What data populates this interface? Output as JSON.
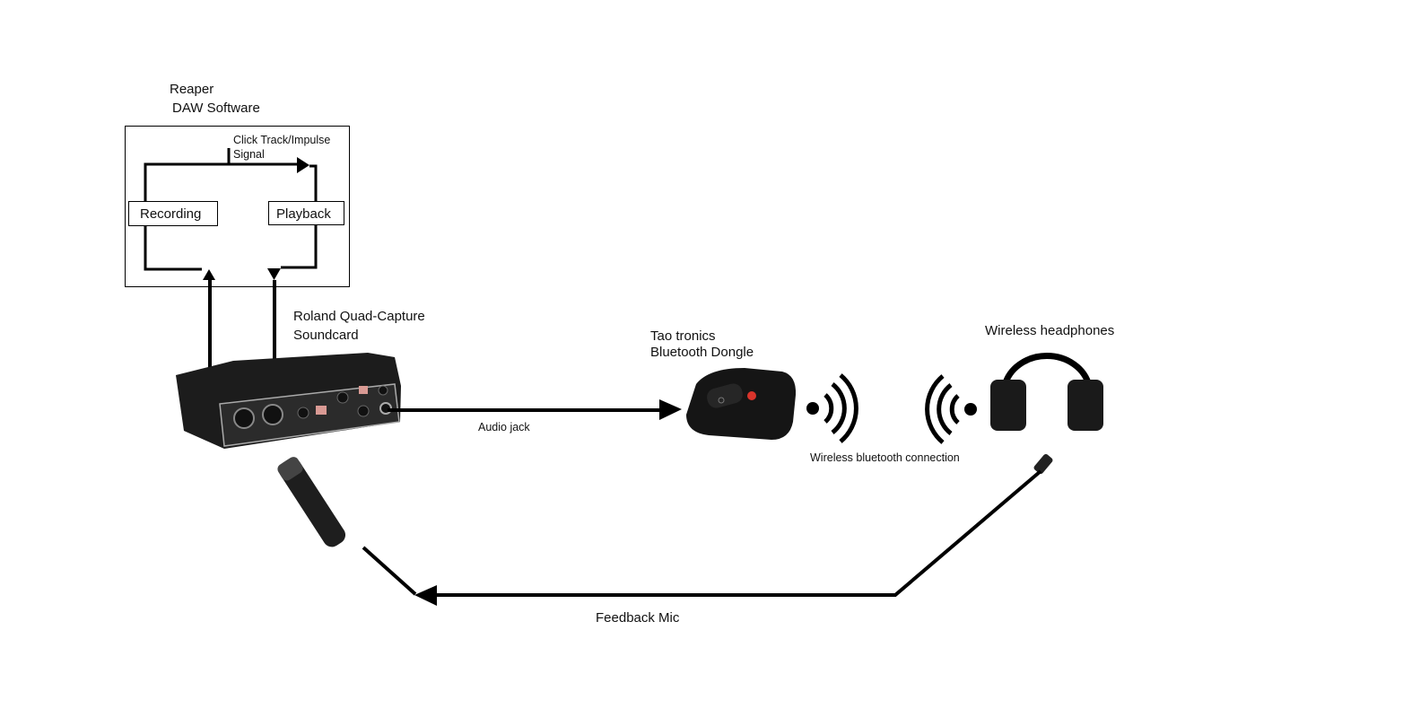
{
  "daw": {
    "title_line1": "Reaper",
    "title_line2": "DAW Software",
    "signal_line1": "Click Track/Impulse",
    "signal_line2": "Signal",
    "recording": "Recording",
    "playback": "Playback"
  },
  "soundcard": {
    "line1": "Roland Quad-Capture",
    "line2": "Soundcard"
  },
  "audio_jack": "Audio jack",
  "dongle": {
    "line1": "Tao tronics",
    "line2": "Bluetooth Dongle"
  },
  "wireless_connection": "Wireless bluetooth connection",
  "headphones": "Wireless headphones",
  "feedback_mic": "Feedback Mic",
  "colors": {
    "line": "#000000",
    "device_body": "#1c1c1c",
    "dongle_logo": "#d9342b"
  }
}
